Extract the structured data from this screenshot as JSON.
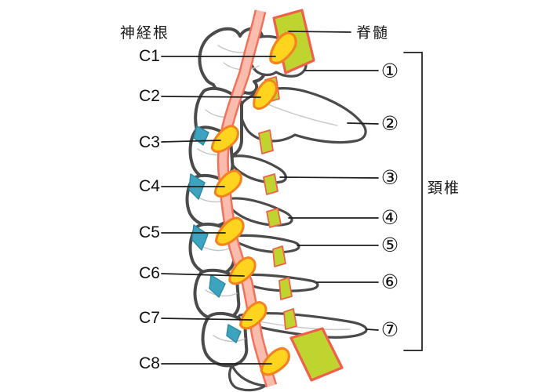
{
  "labels": {
    "nerve_root_title": "神経根",
    "spinal_cord": "脊髄",
    "cervical_spine_bracket": "頚椎",
    "nerve_roots": [
      "C1",
      "C2",
      "C3",
      "C4",
      "C5",
      "C6",
      "C7",
      "C8"
    ],
    "vertebra_numbers": [
      "①",
      "②",
      "③",
      "④",
      "⑤",
      "⑥",
      "⑦"
    ]
  },
  "colors": {
    "background": "#ffffff",
    "outline": "#4b4b4b",
    "leader_line": "#1c1c1c",
    "bone": "#ffffff",
    "bone_detail": "#c6c6c6",
    "spinal_cord": "#c0d42f",
    "spinal_cord_stroke": "#f0604a",
    "nerve_root": "#ffd41e",
    "nerve_root_stroke": "#f58220",
    "artery": "#fabcac",
    "artery_stroke": "#f3705a",
    "facet": "#3da4bf",
    "facet_stroke": "#2e8ba3"
  }
}
